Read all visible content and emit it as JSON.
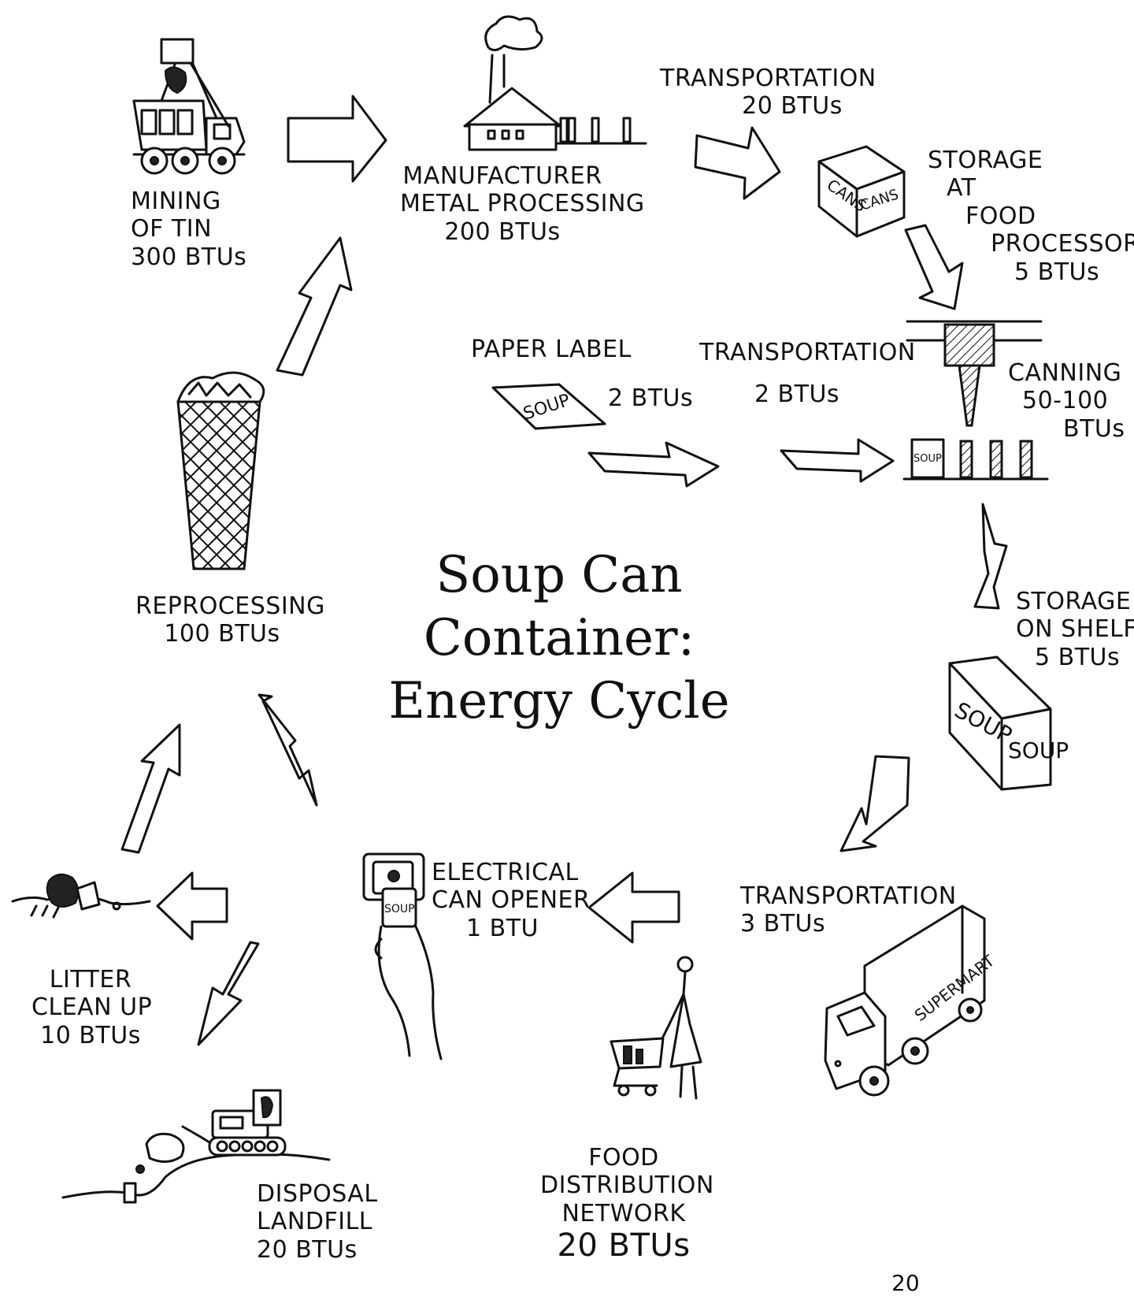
{
  "title": {
    "line1": "Soup Can Container:",
    "line2": "Energy Cycle"
  },
  "stages": {
    "mining": {
      "lines": [
        "MINING",
        "OF TIN",
        "300 BTUs"
      ]
    },
    "manufacturer": {
      "lines": [
        "MANUFACTURER",
        "METAL PROCESSING",
        "200 BTUs"
      ]
    },
    "transport_1": {
      "lines": [
        "TRANSPORTATION",
        "20 BTUs"
      ]
    },
    "storage_proc": {
      "lines": [
        "STORAGE",
        "AT",
        "FOOD",
        "PROCESSOR",
        "5 BTUs"
      ]
    },
    "paper_label": {
      "lines": [
        "PAPER LABEL",
        "2 BTUs"
      ]
    },
    "transport_2": {
      "lines": [
        "TRANSPORTATION",
        "2 BTUs"
      ]
    },
    "canning": {
      "lines": [
        "CANNING",
        "50-100",
        "BTUs"
      ]
    },
    "storage_shelf": {
      "lines": [
        "STORAGE",
        "ON SHELF",
        "5 BTUs"
      ]
    },
    "transport_3": {
      "lines": [
        "TRANSPORTATION",
        "3 BTUs"
      ]
    },
    "distribution": {
      "lines": [
        "FOOD",
        "DISTRIBUTION",
        "NETWORK",
        "20 BTUs"
      ]
    },
    "can_opener": {
      "lines": [
        "ELECTRICAL",
        "CAN OPENER",
        "1 BTU"
      ]
    },
    "litter": {
      "lines": [
        "LITTER",
        "CLEAN UP",
        "10 BTUs"
      ]
    },
    "landfill": {
      "lines": [
        "DISPOSAL",
        "LANDFILL",
        "20 BTUs"
      ]
    },
    "reprocessing": {
      "lines": [
        "REPROCESSING",
        "100 BTUs"
      ]
    }
  },
  "illustration_text": {
    "cans_box": [
      "CANS",
      "CANS"
    ],
    "label": "SOUP",
    "canning_can": "SOUP",
    "soup_box": [
      "SOUP",
      "SOUP"
    ],
    "truck": "SUPERMART",
    "opener_can": "SOUP"
  },
  "page_number": "20"
}
